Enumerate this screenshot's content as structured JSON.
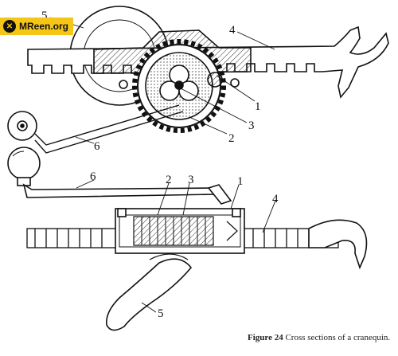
{
  "watermark": {
    "text": "MReen.org",
    "bg_color": "#f5c518"
  },
  "caption": {
    "figure": "Figure 24",
    "text": "Cross sections of a cranequin."
  },
  "top_view": {
    "labels": [
      "5",
      "4",
      "1",
      "3",
      "2",
      "6"
    ]
  },
  "bottom_view": {
    "labels": [
      "6",
      "2",
      "3",
      "1",
      "4",
      "5"
    ]
  }
}
